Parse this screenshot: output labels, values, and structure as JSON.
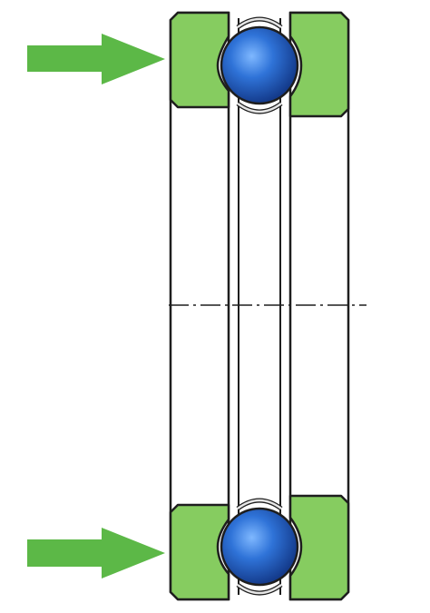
{
  "diagram": {
    "kind": "thrust-ball-bearing-cross-section",
    "parts": [
      "load-arrow",
      "shaft-washer",
      "housing-washer",
      "ball",
      "cage",
      "centerline"
    ],
    "colors": {
      "background": "#ffffff",
      "washer_fill": "#86cc60",
      "outline": "#1e1e1e",
      "arrow": "#5cb847",
      "ball_light": "#5aa0ff",
      "ball_mid": "#2d6fd3",
      "ball_dark": "#133a8a",
      "cage": "#dcdcdc"
    }
  }
}
